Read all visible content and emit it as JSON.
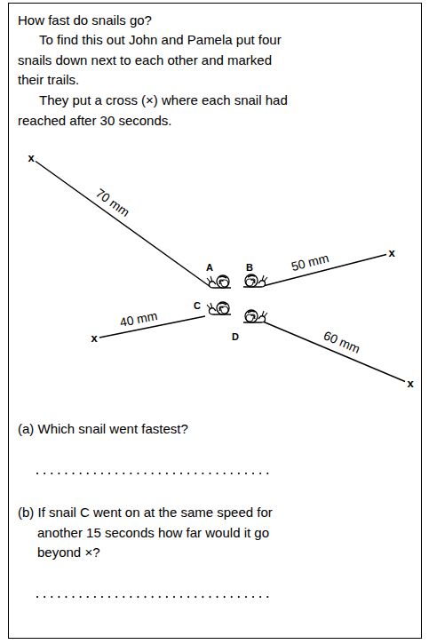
{
  "diagram": {
    "title": "How fast do snails go?",
    "nodes": [
      {
        "text": [
          "To find this out John and Pamela put four snails down next to each other and marked their trails.",
          "They put a cross (×) where each snail had reached after 30 seconds.",
          "(a) Which snail went fastest?",
          "(b) If snail C went on at the same speed for another 15 seconds how far would it go beyond ×?"
        ]
      }
    ],
    "labels": [
      "A",
      "B",
      "C",
      "D",
      "70 mm",
      "50 mm",
      "40 mm",
      "60 mm",
      "x",
      "x",
      "x",
      "x"
    ]
  }
}
